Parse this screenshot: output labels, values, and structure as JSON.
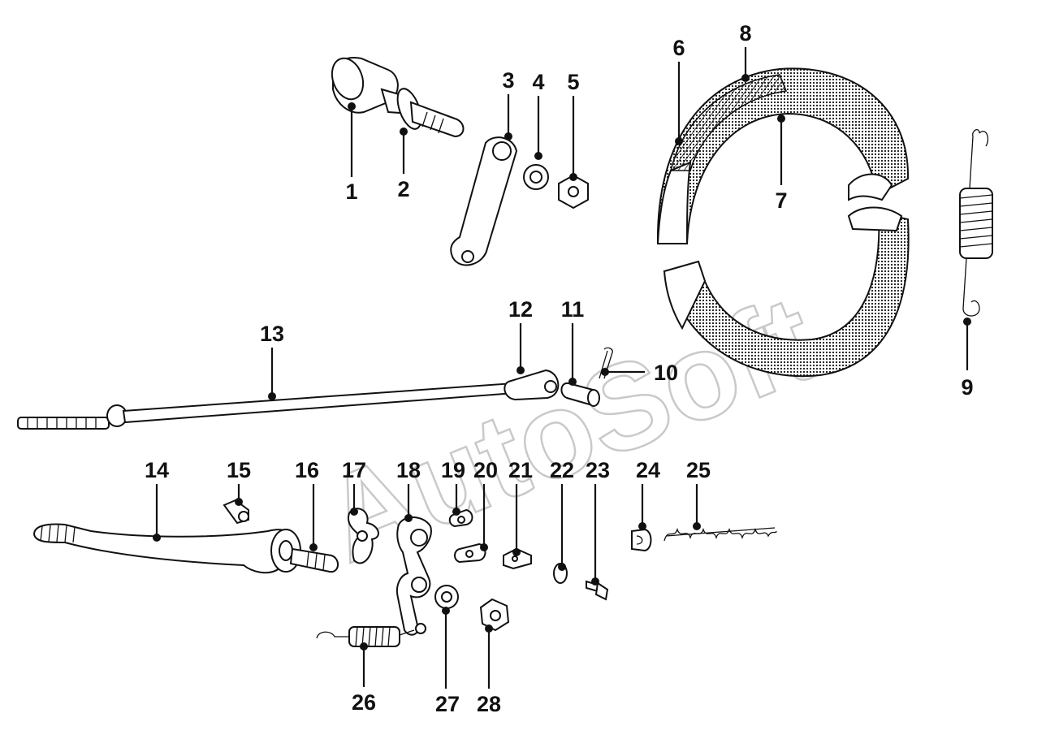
{
  "watermark": "AutoSoft",
  "callouts": [
    "1",
    "2",
    "3",
    "4",
    "5",
    "6",
    "7",
    "8",
    "9",
    "10",
    "11",
    "12",
    "13",
    "14",
    "15",
    "16",
    "17",
    "18",
    "19",
    "20",
    "21",
    "22",
    "23",
    "24",
    "25",
    "26",
    "27",
    "28"
  ]
}
